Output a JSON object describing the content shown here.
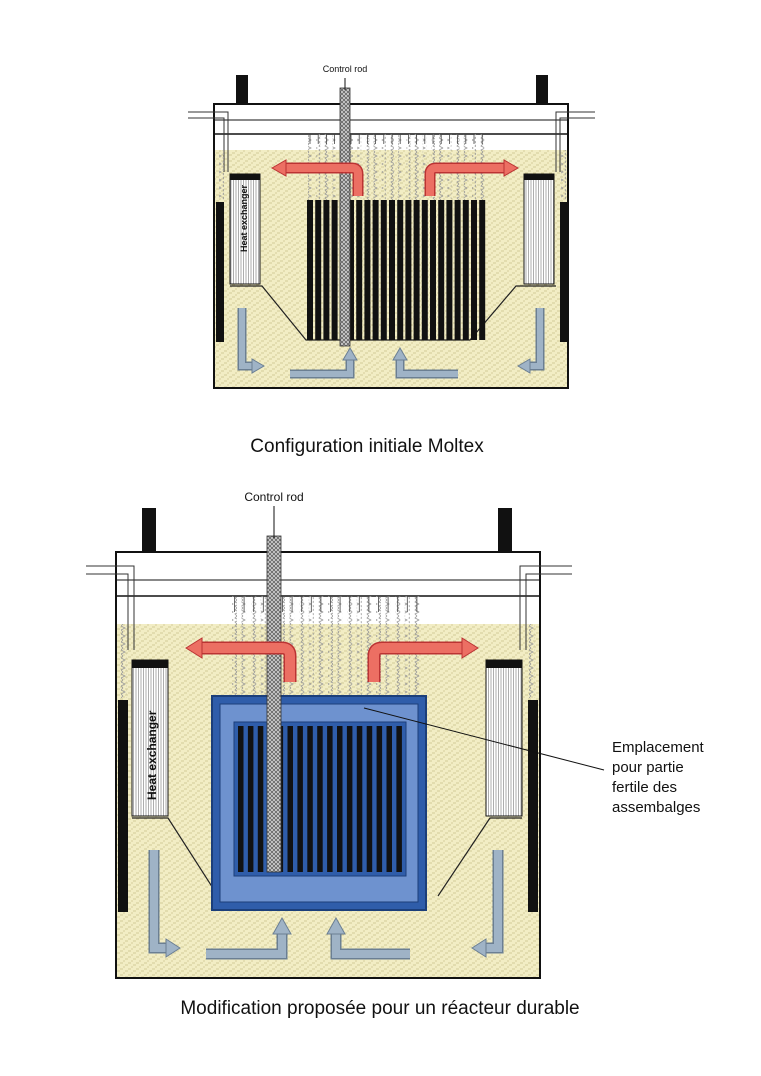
{
  "top": {
    "control_rod_label": "Control rod",
    "heat_exchanger_label": "Heat exchanger",
    "caption": "Configuration initiale Moltex"
  },
  "bottom": {
    "control_rod_label": "Control rod",
    "heat_exchanger_label": "Heat exchanger",
    "annotation_lines": [
      "Emplacement",
      "pour partie",
      "fertile des",
      "assembalges"
    ],
    "caption": "Modification proposée pour un réacteur durable"
  },
  "colors": {
    "salt": "#f2edc4",
    "flow_hot": "#ec6f63",
    "flow_cold": "#9fb3c6",
    "blanket_outer": "#2f5daa",
    "blanket_inner": "#6e92cf"
  }
}
